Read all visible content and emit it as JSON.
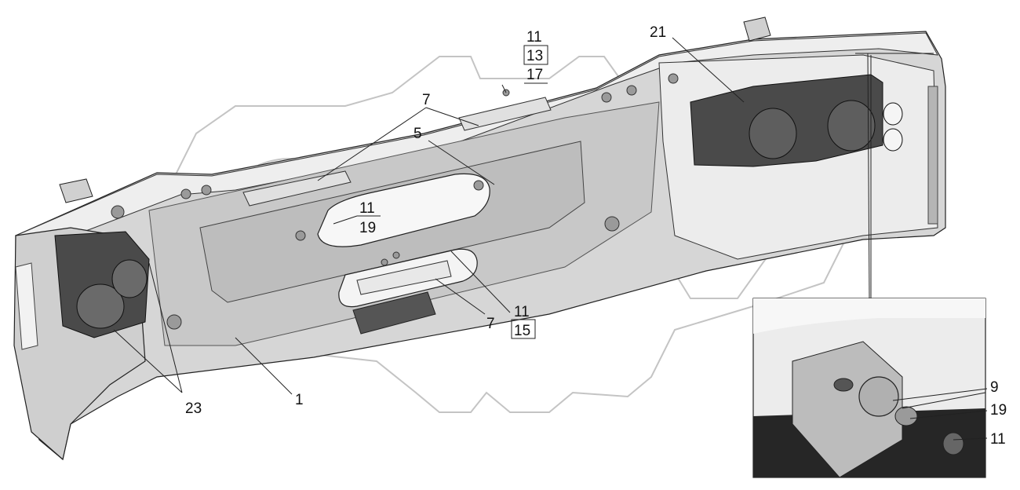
{
  "callouts": {
    "c1": "1",
    "c5": "5",
    "c7a": "7",
    "c7b": "7",
    "c9": "9",
    "c21": "21",
    "c23": "23",
    "c11_top": "11",
    "c13_top": "13",
    "c17_top": "17",
    "c11_mid": "11",
    "c19_mid": "19",
    "c11_low": "11",
    "c15_low": "15",
    "c19_detail": "19",
    "c11_detail": "11"
  },
  "colors": {
    "body_fill": "#d6d6d6",
    "body_dark": "#8a8a8a",
    "inner_fill": "#bdbdbd",
    "light_fill": "#efefef",
    "lamp_fill": "#4a4a4a",
    "watermark": "#bfbfbf"
  },
  "icons": [
    "bumper-assembly",
    "fog-lamp-left",
    "fog-lamp-right",
    "mounting-bracket",
    "gear-watermark",
    "detail-inset"
  ]
}
